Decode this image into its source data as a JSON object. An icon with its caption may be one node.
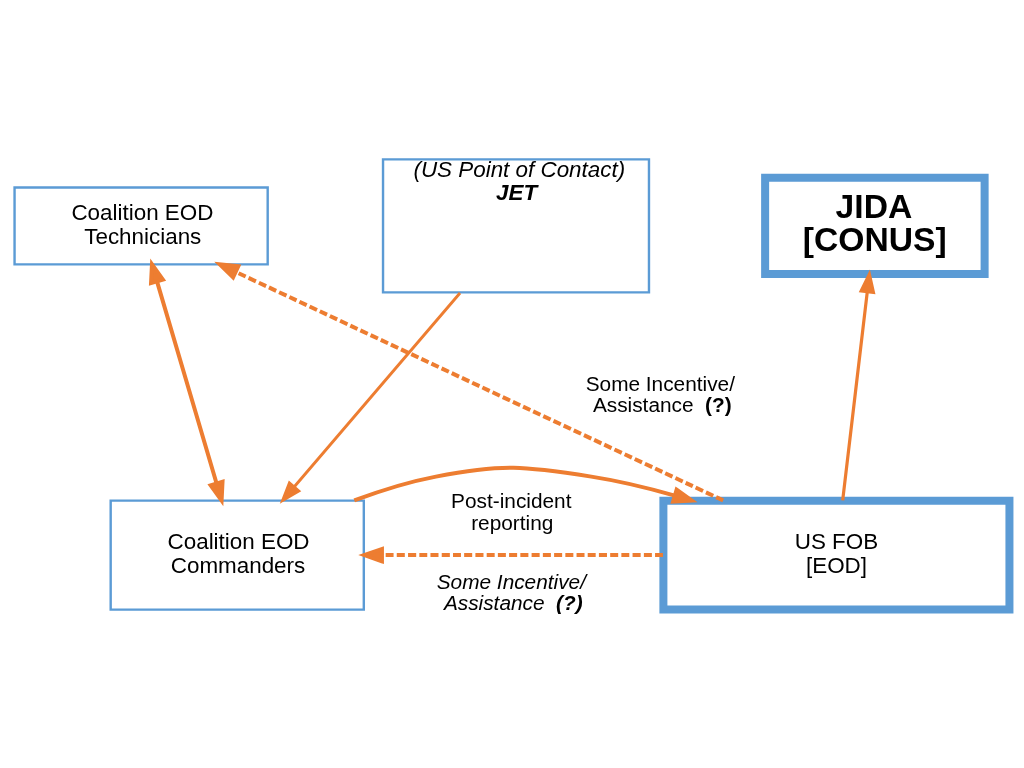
{
  "diagram": {
    "nodes": [
      {
        "text": [
          "Coalition EOD Technicians"
        ]
      },
      {
        "text": [
          "(US Point of Contact)",
          "JET"
        ]
      },
      {
        "text": [
          "JIDA [CONUS]"
        ]
      },
      {
        "text": [
          "Coalition EOD Commanders"
        ]
      },
      {
        "text": [
          "US FOB [EOD]"
        ]
      }
    ],
    "edges": [
      {
        "from": 1,
        "to": 3,
        "arrow": "to"
      },
      {
        "from": 4,
        "to": 2,
        "arrow": "to"
      },
      {
        "from": 0,
        "to": 3,
        "arrow": "both"
      },
      {
        "from": 4,
        "to": 0,
        "arrow": "to",
        "style": "dashed",
        "label": "Some Incentive/Assistance **(?)**"
      },
      {
        "from": 3,
        "to": 4,
        "arrow": "to",
        "label": "Post-incident reporting"
      },
      {
        "from": 4,
        "to": 3,
        "arrow": "to",
        "style": "dashed",
        "label": "Some Incentive/Assistance **(?)**"
      }
    ]
  }
}
